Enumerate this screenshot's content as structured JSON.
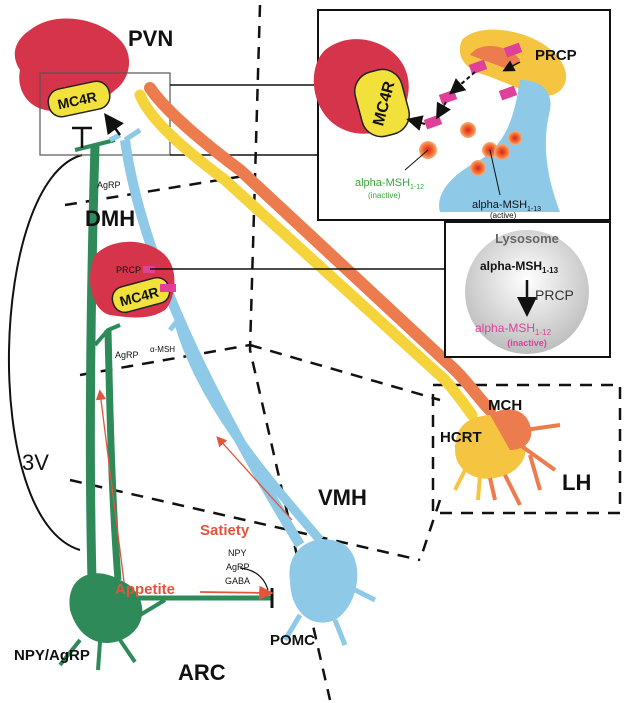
{
  "regions": {
    "pvn": "PVN",
    "dmh": "DMH",
    "vmh": "VMH",
    "arc": "ARC",
    "lh": "LH",
    "third_ventricle": "3V"
  },
  "receptors": {
    "mc4r_top": "MC4R",
    "mc4r_dmh": "MC4R",
    "mc4r_inset": "MC4R"
  },
  "neurons": {
    "npy_agrp": "NPY/AgRP",
    "pomc": "POMC",
    "mch": "MCH",
    "hcrt": "HCRT"
  },
  "labels": {
    "agrp_top": "AgRP",
    "agrp_dmh": "AgRP",
    "amsh_dmh": "α-MSH",
    "prcp_dmh": "PRCP",
    "satiety": "Satiety",
    "appetite": "Appetite",
    "npy": "NPY",
    "agrp_list": "AgRP",
    "gaba": "GABA"
  },
  "inset": {
    "prcp": "PRCP",
    "inactive_main": "alpha-MSH",
    "inactive_sub": "1-12",
    "inactive_state": "(inactive)",
    "active_main": "alpha-MSH",
    "active_sub": "1-13",
    "active_state": "(active)"
  },
  "lysosome": {
    "title": "Lysosome",
    "from_main": "alpha-MSH",
    "from_sub": "1-13",
    "enzyme": "PRCP",
    "to_main": "alpha-MSH",
    "to_sub": "1-12",
    "to_state": "(inactive)"
  },
  "colors": {
    "red": "#d6344a",
    "yellow": "#f2e13a",
    "green": "#2f8a5a",
    "blue": "#8ec9e8",
    "orange": "#ec7b4d",
    "gold": "#f5c542",
    "magenta": "#e0409a",
    "satiety": "#e0553c"
  }
}
